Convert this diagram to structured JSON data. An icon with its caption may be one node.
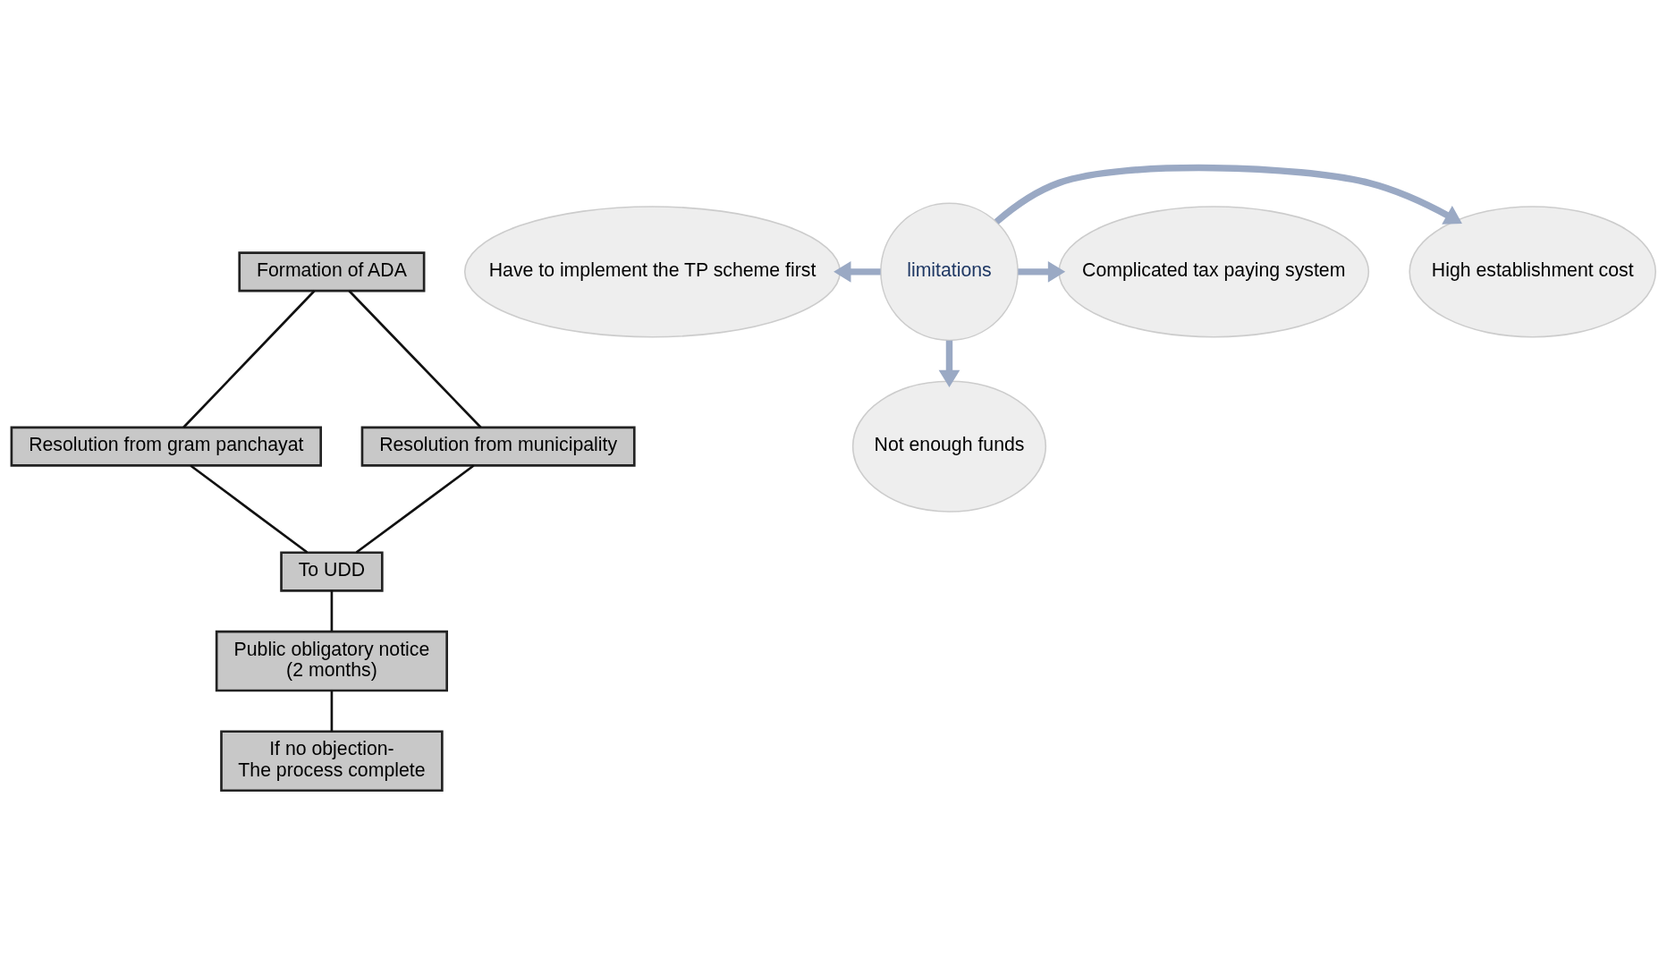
{
  "diagram": {
    "nodes": [
      {
        "text": [
          "Formation of ADA"
        ]
      },
      {
        "text": [
          "Resolution from gram panchayat"
        ]
      },
      {
        "text": [
          "Resolution from municipality"
        ]
      },
      {
        "text": [
          "To UDD"
        ]
      },
      {
        "text": [
          "Public obligatory notice",
          "(2 months)"
        ]
      },
      {
        "text": [
          "If no objection-",
          "The process complete"
        ]
      },
      {
        "text": [
          "Have to implement the TP scheme first"
        ]
      },
      {
        "text": [
          "High establishment cost"
        ]
      },
      {
        "text": [
          "limitations"
        ]
      },
      {
        "text": [
          "Complicated tax paying system"
        ]
      },
      {
        "text": [
          "Not enough funds"
        ]
      }
    ],
    "edges": [
      {
        "from": 0,
        "to": 1,
        "arrow": "none"
      },
      {
        "from": 0,
        "to": 2,
        "arrow": "none"
      },
      {
        "from": 1,
        "to": 3,
        "arrow": "none"
      },
      {
        "from": 2,
        "to": 3,
        "arrow": "none"
      },
      {
        "from": 3,
        "to": 4,
        "arrow": "none"
      },
      {
        "from": 4,
        "to": 5,
        "arrow": "none"
      },
      {
        "from": 8,
        "to": 6,
        "arrow": "to",
        "style": "thick",
        "color": "#9aa9c4"
      },
      {
        "from": 8,
        "to": 7,
        "arrow": "to",
        "style": "thick",
        "color": "#9aa9c4"
      },
      {
        "from": 8,
        "to": 9,
        "arrow": "to",
        "style": "thick",
        "color": "#9aa9c4"
      },
      {
        "from": 8,
        "to": 10,
        "arrow": "to",
        "style": "thick",
        "color": "#9aa9c4"
      }
    ]
  }
}
